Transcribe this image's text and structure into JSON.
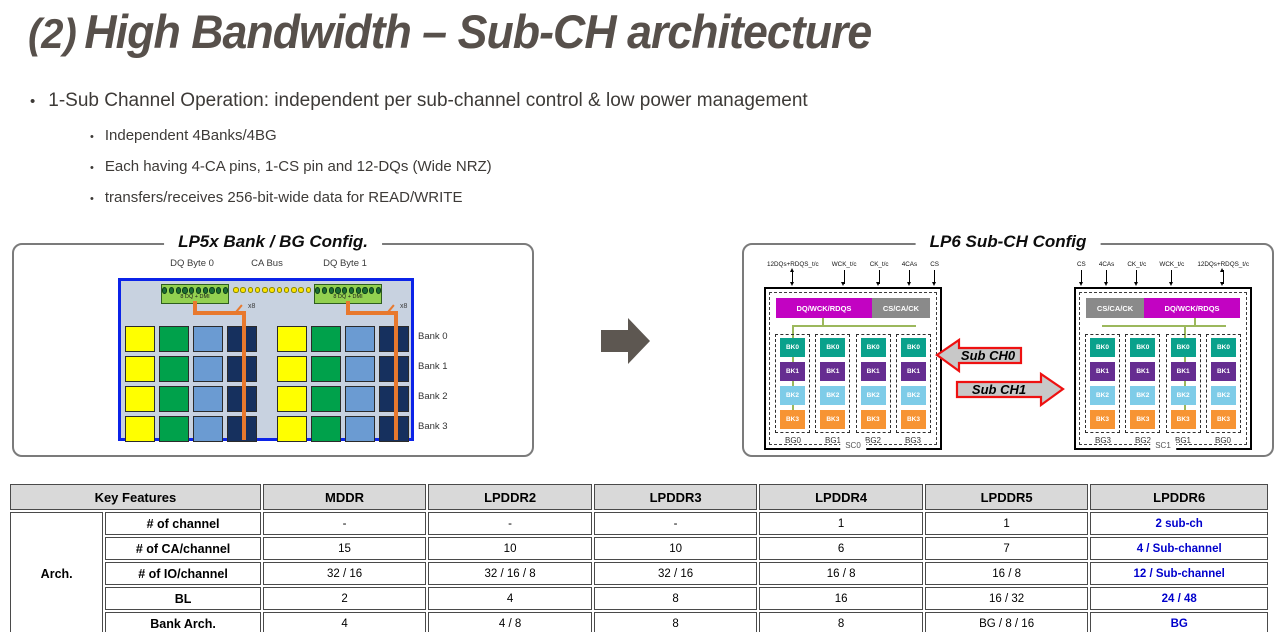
{
  "title": {
    "prefix": "(2)",
    "text": "High Bandwidth – Sub-CH architecture"
  },
  "bullets": {
    "main": "1-Sub Channel Operation: independent per sub-channel control & low power management",
    "sub": [
      "Independent 4Banks/4BG",
      "Each having 4-CA pins, 1-CS pin and 12-DQs (Wide NRZ)",
      "transfers/receives 256-bit-wide data for READ/WRITE"
    ]
  },
  "lp5x": {
    "title": "LP5x Bank / BG Config.",
    "top_labels": [
      "DQ Byte 0",
      "CA Bus",
      "DQ Byte 1"
    ],
    "connector_label": "8 DQ + DMI",
    "bus_width_label": "x8",
    "bank_labels": [
      "Bank 0",
      "Bank 1",
      "Bank 2",
      "Bank 3"
    ],
    "colors": {
      "yellow": "#ffff00",
      "green": "#00a14b",
      "blue": "#6b9bd2",
      "navy": "#16305e",
      "box_bg": "#c8d2e0",
      "box_border": "#0b23e8",
      "orange": "#e8792e",
      "connector": "#92d050"
    }
  },
  "lp6": {
    "title": "LP6 Sub-CH Config",
    "bank_labels": [
      "BK0",
      "BK1",
      "BK2",
      "BK3"
    ],
    "bank_colors": [
      "#0aa18c",
      "#662d91",
      "#7ecce8",
      "#f79433"
    ],
    "block_colors": {
      "dq": "#c203c2",
      "cs": "#8a8a8a",
      "bus": "#9cb85c"
    },
    "sc0": {
      "signals": [
        "12DQs+RDQS_t/c",
        "WCK_t/c",
        "CK_t/c",
        "4CAs",
        "CS"
      ],
      "blocks": [
        "DQ/WCK/RDQS",
        "CS/CA/CK"
      ],
      "bg_labels": [
        "BG0",
        "BG1",
        "BG2",
        "BG3"
      ],
      "label": "SC0"
    },
    "sc1": {
      "signals": [
        "CS",
        "4CAs",
        "CK_t/c",
        "WCK_t/c",
        "12DQs+RDQS_t/c"
      ],
      "blocks": [
        "CS/CA/CK",
        "DQ/WCK/RDQS"
      ],
      "bg_labels": [
        "BG3",
        "BG2",
        "BG1",
        "BG0"
      ],
      "label": "SC1"
    },
    "arrows": {
      "ch0": "Sub CH0",
      "ch1": "Sub CH1"
    }
  },
  "table": {
    "header": [
      "Key Features",
      "MDDR",
      "LPDDR2",
      "LPDDR3",
      "LPDDR4",
      "LPDDR5",
      "LPDDR6"
    ],
    "row_group": "Arch.",
    "rows": [
      {
        "feature": "# of channel",
        "values": [
          "-",
          "-",
          "-",
          "1",
          "1",
          "2 sub-ch"
        ]
      },
      {
        "feature": "# of CA/channel",
        "values": [
          "15",
          "10",
          "10",
          "6",
          "7",
          "4 / Sub-channel"
        ]
      },
      {
        "feature": "# of IO/channel",
        "values": [
          "32 / 16",
          "32 / 16 / 8",
          "32 / 16",
          "16 / 8",
          "16 / 8",
          "12 / Sub-channel"
        ]
      },
      {
        "feature": "BL",
        "values": [
          "2",
          "4",
          "8",
          "16",
          "16 / 32",
          "24 / 48"
        ]
      },
      {
        "feature": "Bank Arch.",
        "values": [
          "4",
          "4 / 8",
          "8",
          "8",
          "BG / 8 / 16",
          "BG"
        ]
      }
    ],
    "highlight_color": "#0000cc"
  }
}
